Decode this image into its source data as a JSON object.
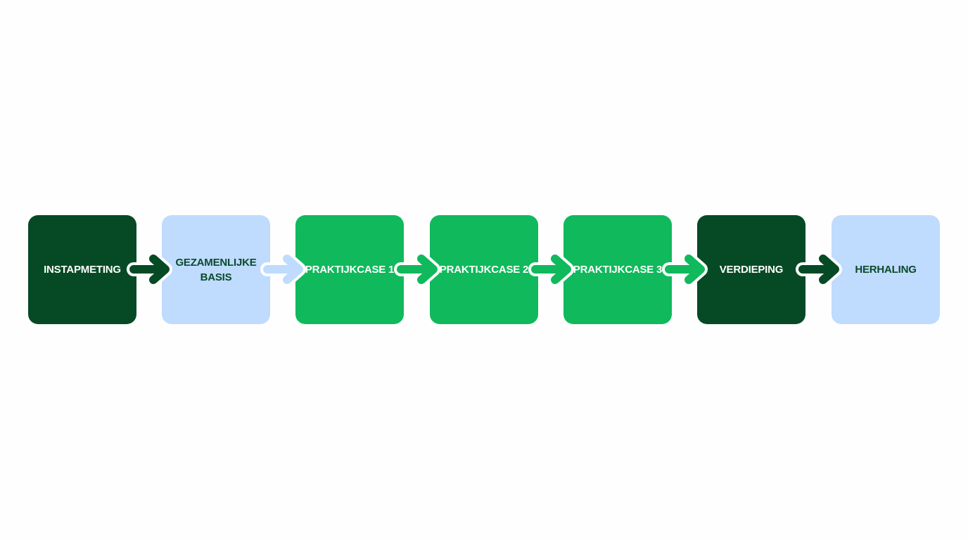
{
  "steps": [
    {
      "label": "INSTAPMETING",
      "bg": "#064a25",
      "fg": "#ffffff"
    },
    {
      "label": "GEZAMENLIJKE\nBASIS",
      "bg": "#bfdbfe",
      "fg": "#0b4a2a"
    },
    {
      "label": "PRAKTIJKCASE 1",
      "bg": "#10b95c",
      "fg": "#ffffff"
    },
    {
      "label": "PRAKTIJKCASE 2",
      "bg": "#10b95c",
      "fg": "#ffffff"
    },
    {
      "label": "PRAKTIJKCASE 3",
      "bg": "#10b95c",
      "fg": "#ffffff"
    },
    {
      "label": "VERDIEPING",
      "bg": "#064a25",
      "fg": "#ffffff"
    },
    {
      "label": "HERHALING",
      "bg": "#bfdbfe",
      "fg": "#0b4a2a"
    }
  ]
}
